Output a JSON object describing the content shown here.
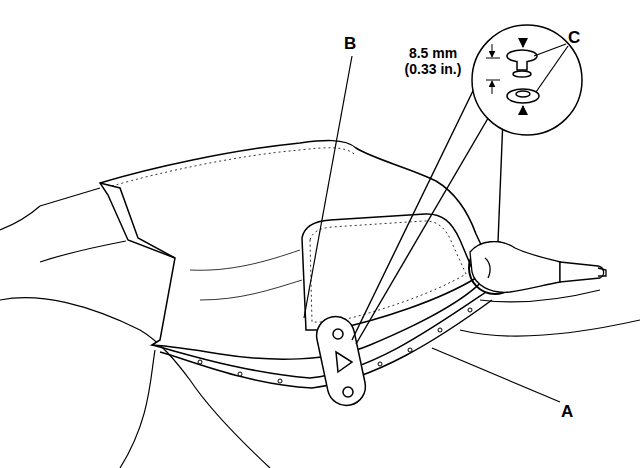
{
  "diagram": {
    "labels": [
      "B",
      "C",
      "8.5 mm (0.33 in.)",
      "A"
    ]
  }
}
